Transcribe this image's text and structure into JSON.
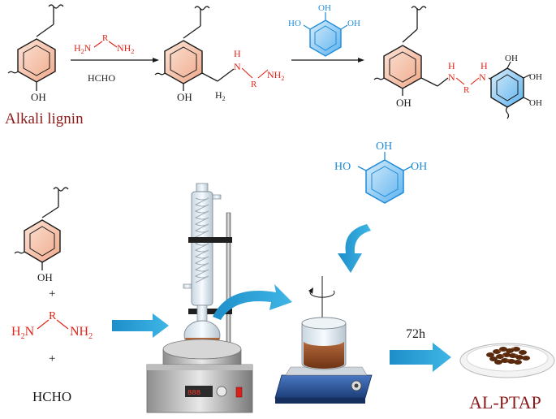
{
  "reaction": {
    "reagent_amine": {
      "h2n": "H",
      "h2n_sub": "2",
      "n": "N",
      "r": "R",
      "nh": "NH",
      "nh_sub": "2"
    },
    "reagent_hcho": "HCHO",
    "oh_label": "OH",
    "alkali_lignin_label": "Alkali lignin",
    "intermediate": {
      "h": "H",
      "n": "N",
      "r": "R",
      "nh": "NH",
      "nh_sub": "2",
      "h2": "H",
      "h2_sub": "2"
    },
    "product": {
      "h1": "H",
      "n1": "N",
      "r": "R",
      "h2": "H",
      "n2": "N"
    }
  },
  "process": {
    "plus1": "+",
    "plus2": "+",
    "hcho": "HCHO",
    "time_label": "72h",
    "product_label": "AL-PTAP"
  },
  "colors": {
    "amine": "#e0241b",
    "pyrogallol": "#1f8bd9",
    "lignin_label": "#8b1a1a",
    "arrow": "#2aa8dc"
  }
}
